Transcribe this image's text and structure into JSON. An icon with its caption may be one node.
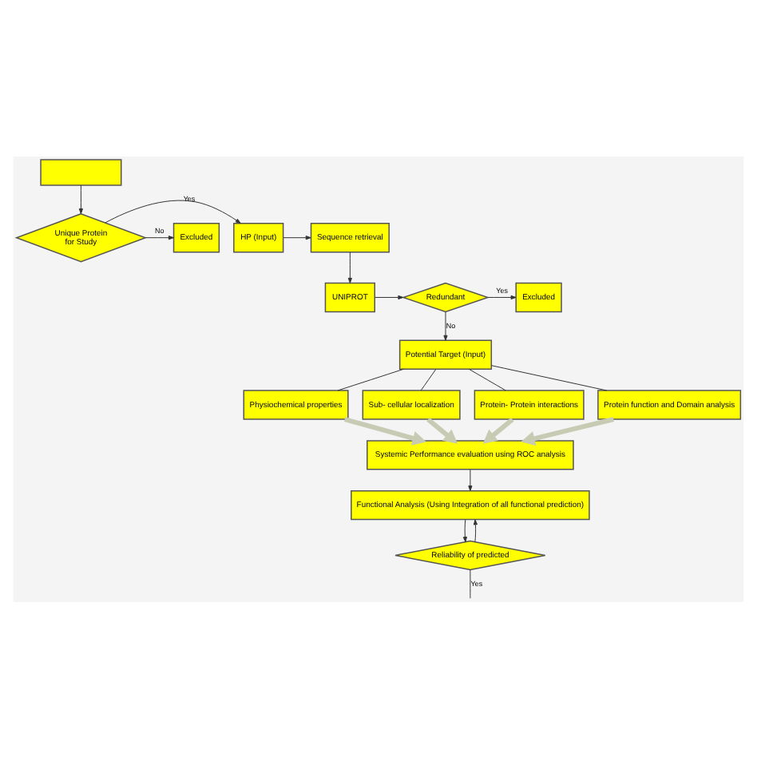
{
  "diagram": {
    "nodes": [
      {
        "text": [],
        "shape": "box"
      },
      {
        "text": [
          "Unique Protein for Study"
        ]
      },
      {
        "text": [
          "HP (Input)"
        ]
      },
      {
        "text": [
          "Excluded"
        ]
      },
      {
        "text": [
          "Sequence retrieval"
        ]
      },
      {
        "text": [
          "UNIPROT"
        ]
      },
      {
        "text": [
          "Redundant"
        ]
      },
      {
        "text": [
          "Excluded"
        ]
      },
      {
        "text": [
          "Potential Target (Input)"
        ]
      },
      {
        "text": [
          "Physiochemical properties"
        ]
      },
      {
        "text": [
          "Sub- cellular localization"
        ]
      },
      {
        "text": [
          "Protein- Protein interactions"
        ]
      },
      {
        "text": [
          "Protein function and Domain analysis"
        ]
      },
      {
        "text": [
          "Systemic Performance evaluation using ROC analysis"
        ]
      },
      {
        "text": [
          "Functional Analysis (Using Integration of all functional prediction)"
        ]
      },
      {
        "text": [
          "Reliability of predicted"
        ]
      }
    ],
    "edges": [
      {
        "from": 0,
        "to": 1,
        "arrow": "to"
      },
      {
        "from": 1,
        "to": 2,
        "arrow": "to",
        "label": "Yes"
      },
      {
        "from": 1,
        "to": 3,
        "arrow": "to",
        "label": "No"
      },
      {
        "from": 2,
        "to": 4,
        "arrow": "to"
      },
      {
        "from": 4,
        "to": 5,
        "arrow": "to"
      },
      {
        "from": 5,
        "to": 6,
        "arrow": "to"
      },
      {
        "from": 6,
        "to": 7,
        "arrow": "to",
        "label": "Yes"
      },
      {
        "from": 6,
        "to": 8,
        "arrow": "to",
        "label": "No"
      },
      {
        "from": 8,
        "to": 9,
        "arrow": "none"
      },
      {
        "from": 8,
        "to": 10,
        "arrow": "none"
      },
      {
        "from": 8,
        "to": 11,
        "arrow": "none"
      },
      {
        "from": 8,
        "to": 12,
        "arrow": "none"
      },
      {
        "from": 9,
        "to": 13,
        "arrow": "to",
        "style": "thick",
        "color": "#c8cbb4"
      },
      {
        "from": 10,
        "to": 13,
        "arrow": "to",
        "style": "thick",
        "color": "#c8cbb4"
      },
      {
        "from": 11,
        "to": 13,
        "arrow": "to",
        "style": "thick",
        "color": "#c8cbb4"
      },
      {
        "from": 12,
        "to": 13,
        "arrow": "to",
        "style": "thick",
        "color": "#c8cbb4"
      },
      {
        "from": 13,
        "to": 14,
        "arrow": "to"
      },
      {
        "from": 14,
        "to": 15,
        "arrow": "to"
      },
      {
        "from": 15,
        "to": 14,
        "arrow": "to"
      },
      {
        "from": 15,
        "to": null,
        "arrow": "none",
        "label": "Yes"
      }
    ]
  }
}
